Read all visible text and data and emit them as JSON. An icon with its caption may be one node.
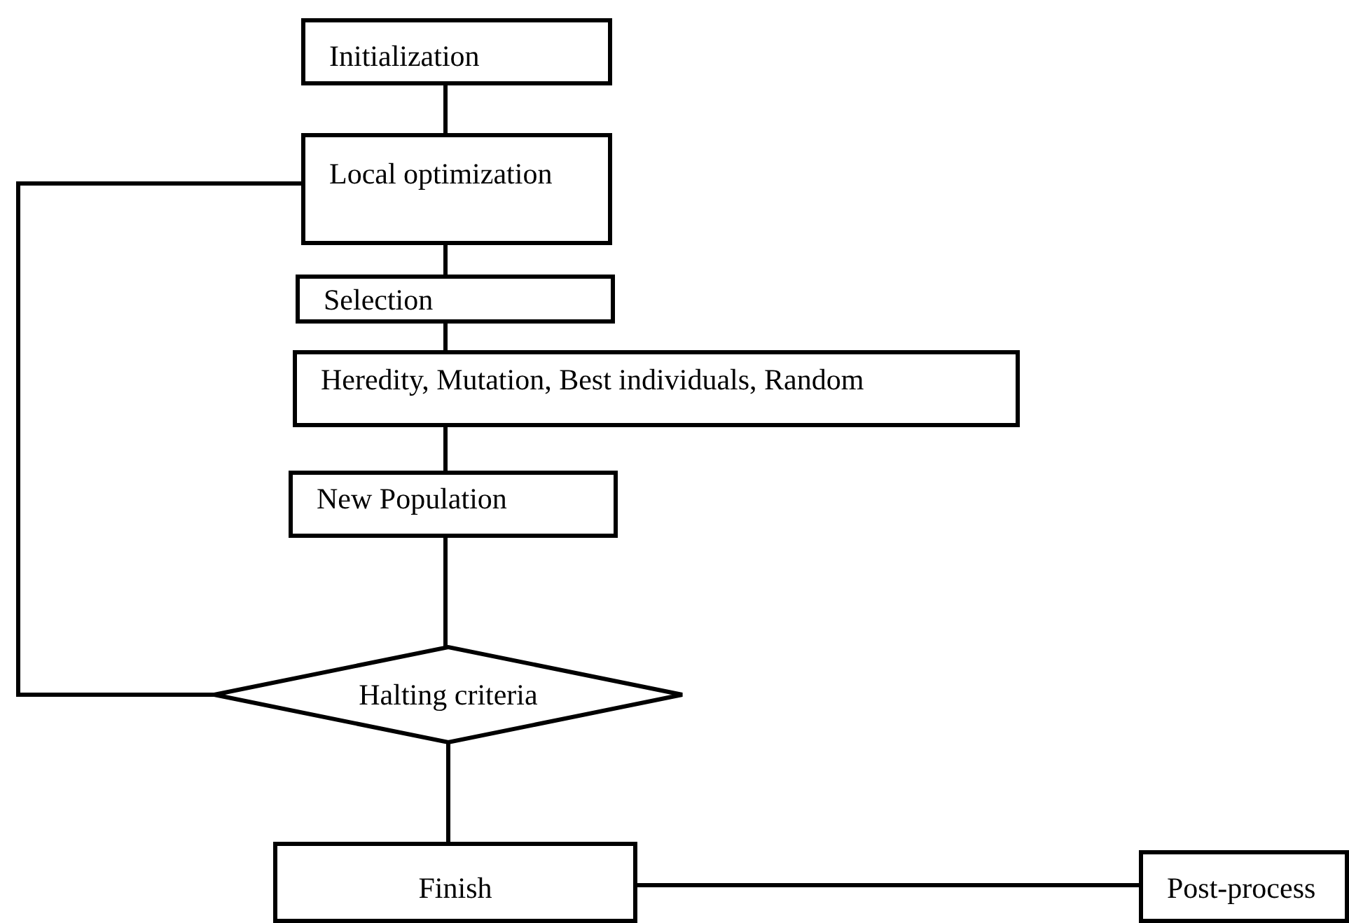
{
  "diagram": {
    "nodes": [
      {
        "text": [
          "Initialization"
        ]
      },
      {
        "text": [
          "Local optimization"
        ]
      },
      {
        "text": [
          "Selection"
        ]
      },
      {
        "text": [
          "Heredity, Mutation, Best individuals, Random"
        ]
      },
      {
        "text": [
          "New Population"
        ]
      },
      {
        "text": [
          "Halting criteria"
        ]
      },
      {
        "text": [
          "Finish"
        ]
      },
      {
        "text": [
          "Post-process"
        ]
      }
    ],
    "edges": [
      {
        "from": 0,
        "to": 1,
        "arrow": "none"
      },
      {
        "from": 1,
        "to": 2,
        "arrow": "none"
      },
      {
        "from": 2,
        "to": 3,
        "arrow": "none"
      },
      {
        "from": 3,
        "to": 4,
        "arrow": "none"
      },
      {
        "from": 4,
        "to": 5,
        "arrow": "none"
      },
      {
        "from": 5,
        "to": 1,
        "arrow": "none"
      },
      {
        "from": 5,
        "to": 6,
        "arrow": "none"
      },
      {
        "from": 6,
        "to": 7,
        "arrow": "none"
      }
    ]
  }
}
